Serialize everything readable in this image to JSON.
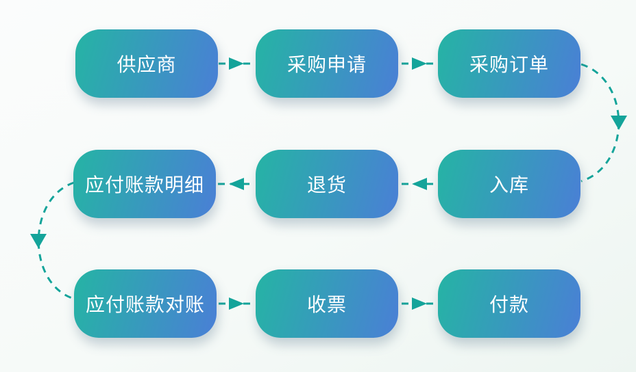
{
  "diagram": {
    "type": "flowchart",
    "description": "Procurement / accounts-payable process flow",
    "nodes": [
      {
        "id": "supplier",
        "label": "供应商",
        "row": 1,
        "col": 1
      },
      {
        "id": "purchase-request",
        "label": "采购申请",
        "row": 1,
        "col": 2
      },
      {
        "id": "purchase-order",
        "label": "采购订单",
        "row": 1,
        "col": 3
      },
      {
        "id": "ap-details",
        "label": "应付账款明细",
        "row": 2,
        "col": 1
      },
      {
        "id": "returns",
        "label": "退货",
        "row": 2,
        "col": 2
      },
      {
        "id": "stock-in",
        "label": "入库",
        "row": 2,
        "col": 3
      },
      {
        "id": "ap-reconciliation",
        "label": "应付账款对账",
        "row": 3,
        "col": 1
      },
      {
        "id": "invoice-receipt",
        "label": "收票",
        "row": 3,
        "col": 2
      },
      {
        "id": "payment",
        "label": "付款",
        "row": 3,
        "col": 3
      }
    ],
    "edges": [
      {
        "from": "供应商",
        "to": "采购申请",
        "style": "dashed-arrow-right"
      },
      {
        "from": "采购申请",
        "to": "采购订单",
        "style": "dashed-arrow-right"
      },
      {
        "from": "采购订单",
        "to": "入库",
        "style": "dashed-curve-right-down"
      },
      {
        "from": "入库",
        "to": "退货",
        "style": "dashed-arrow-left"
      },
      {
        "from": "退货",
        "to": "应付账款明细",
        "style": "dashed-arrow-left"
      },
      {
        "from": "应付账款明细",
        "to": "应付账款对账",
        "style": "dashed-curve-left-down"
      },
      {
        "from": "应付账款对账",
        "to": "收票",
        "style": "dashed-arrow-right"
      },
      {
        "from": "收票",
        "to": "付款",
        "style": "dashed-arrow-right"
      }
    ]
  },
  "colors": {
    "node_gradient_start": "#25B4A4",
    "node_gradient_end": "#4A7FD6",
    "connector": "#14A49A",
    "node_text": "#FFFFFF",
    "background_start": "#FBFCFC",
    "background_end": "#EDF5F1"
  }
}
